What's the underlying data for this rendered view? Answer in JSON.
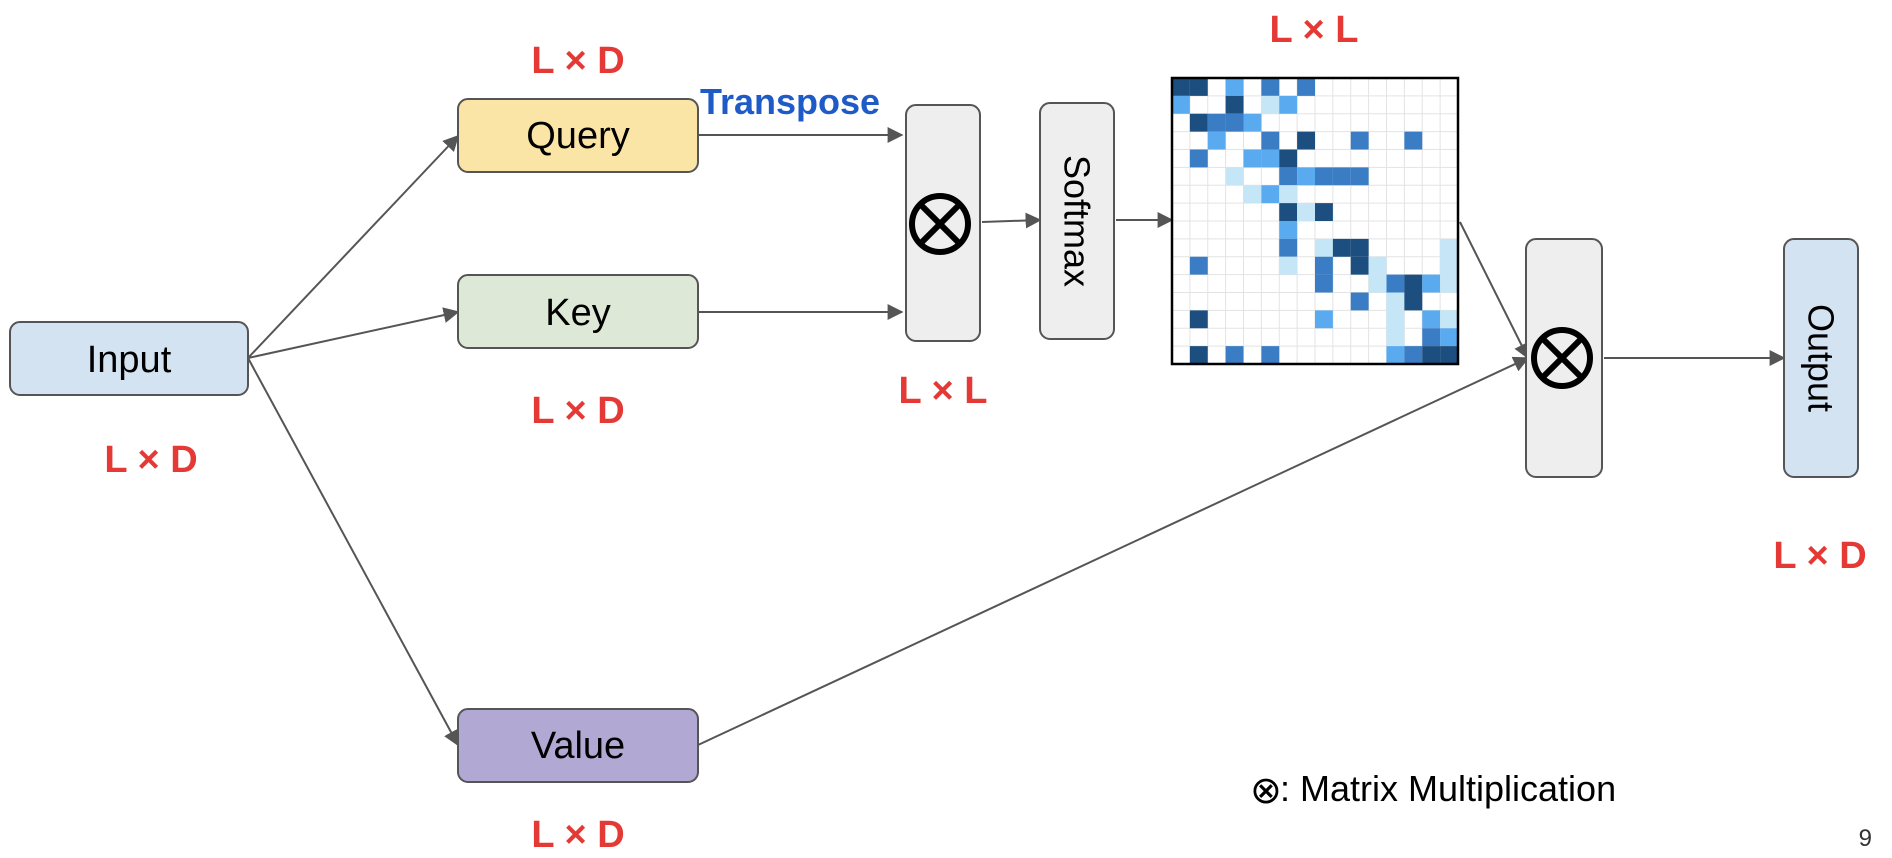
{
  "nodes": {
    "input": {
      "label": "Input",
      "dim": "L × D",
      "color": "#d4e3f2"
    },
    "query": {
      "label": "Query",
      "dim": "L × D",
      "color": "#fbe5a6"
    },
    "key": {
      "label": "Key",
      "dim": "L × D",
      "color": "#dde9d6"
    },
    "value": {
      "label": "Value",
      "dim": "L × D",
      "color": "#b2a8d4"
    },
    "matmul1": {
      "symbol": "⊗",
      "dim": "L × L"
    },
    "softmax": {
      "label": "Softmax"
    },
    "attention_map": {
      "dim": "L × L"
    },
    "matmul2": {
      "symbol": "⊗"
    },
    "output": {
      "label": "Output",
      "dim": "L × D",
      "color": "#d4e3f2"
    }
  },
  "edges": {
    "transpose_label": "Transpose"
  },
  "legend": {
    "symbol": "⊗",
    "text": ": Matrix Multiplication"
  },
  "page_number": "9",
  "colors": {
    "dimension_text": "#e53935",
    "transpose_text": "#1f5bc6",
    "operator_box": "#eeeeee",
    "heatmap_dark": "#1c4e80",
    "heatmap_mid": "#3a7dc4",
    "heatmap_light": "#5aaaf0",
    "heatmap_pale": "#c5e6f7"
  }
}
